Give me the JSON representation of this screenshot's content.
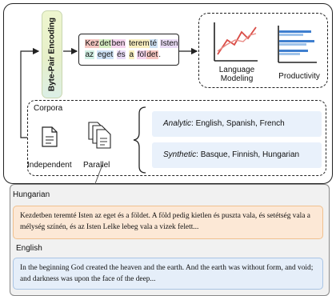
{
  "bpe": {
    "label": "Byte-Pair Encoding"
  },
  "sample_tokens": [
    {
      "text": "Kez",
      "cls": "t1"
    },
    {
      "text": "det",
      "cls": "t2"
    },
    {
      "text": "ben",
      "cls": "t3"
    },
    {
      "text": " ",
      "cls": ""
    },
    {
      "text": "terem",
      "cls": "t4"
    },
    {
      "text": "té",
      "cls": "t5"
    },
    {
      "text": " ",
      "cls": ""
    },
    {
      "text": "Isten",
      "cls": "t6"
    },
    {
      "text": "BR",
      "cls": ""
    },
    {
      "text": "az",
      "cls": "t7"
    },
    {
      "text": " ",
      "cls": ""
    },
    {
      "text": "eget",
      "cls": "t5"
    },
    {
      "text": " ",
      "cls": ""
    },
    {
      "text": "és",
      "cls": "t6"
    },
    {
      "text": " ",
      "cls": ""
    },
    {
      "text": "a",
      "cls": "t4"
    },
    {
      "text": " ",
      "cls": ""
    },
    {
      "text": "föl",
      "cls": "t3"
    },
    {
      "text": "det",
      "cls": "t1"
    },
    {
      "text": ".",
      "cls": ""
    }
  ],
  "eval": {
    "lm_label_1": "Language",
    "lm_label_2": "Modeling",
    "prod_label": "Productivity"
  },
  "corpora": {
    "title": "Corpora",
    "independent_label": "Independent",
    "parallel_label": "Parallel",
    "analytic_prefix": "Analytic",
    "analytic_langs": ": English, Spanish, French",
    "synthetic_prefix": "Synthetic",
    "synthetic_langs": ": Basque, Finnish, Hungarian"
  },
  "panel": {
    "hungarian_title": "Hungarian",
    "hungarian_text": "Kezdetben teremté Isten az eget és a földet. A föld pedig kietlen és puszta vala, és setétség vala a mélység színén, és az Isten Lelke lebeg vala a vizek felett...",
    "english_title": "English",
    "english_text": "In the beginning God created the heaven and the earth. And the earth was without form, and void; and darkness was upon the face of the deep..."
  },
  "colors": {
    "lm_line": "#d94b45",
    "bar_blue": "#3f7fcf",
    "bar_light": "#9fc3ea"
  }
}
